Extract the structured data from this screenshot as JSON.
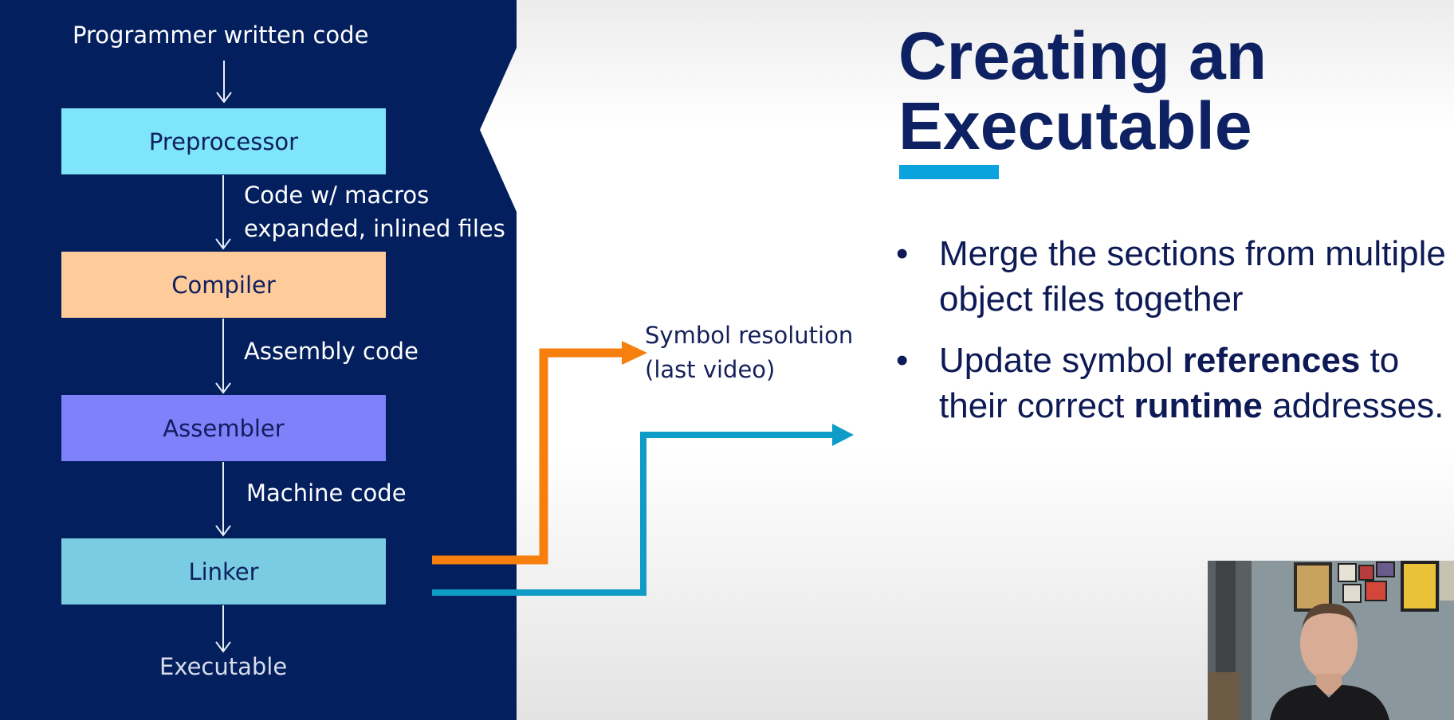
{
  "title": {
    "line1": "Creating an",
    "line2": "Executable"
  },
  "bullets": [
    {
      "marker": "•",
      "parts": [
        {
          "text": "Merge the sections from multiple object files together",
          "bold": false
        }
      ]
    },
    {
      "marker": "•",
      "parts": [
        {
          "text": "Update symbol ",
          "bold": false
        },
        {
          "text": "references",
          "bold": true
        },
        {
          "text": " to their correct ",
          "bold": false
        },
        {
          "text": "runtime",
          "bold": true
        },
        {
          "text": " addresses.",
          "bold": false
        }
      ]
    }
  ],
  "pipeline": {
    "input_label": "Programmer written code",
    "stages": [
      {
        "name": "Preprocessor",
        "color": "#7ee5fb"
      },
      {
        "name": "Compiler",
        "color": "#fecb9b"
      },
      {
        "name": "Assembler",
        "color": "#7e81f9"
      },
      {
        "name": "Linker",
        "color": "#79cce2"
      }
    ],
    "edge_labels": {
      "preprocessor_out_line1": "Code w/ macros",
      "preprocessor_out_line2": "expanded, inlined files",
      "compiler_out": "Assembly code",
      "assembler_out": "Machine code"
    },
    "output_label": "Executable"
  },
  "linker_outputs": {
    "symbol_resolution_line1": "Symbol resolution",
    "symbol_resolution_line2": "(last video)",
    "orange_arrow_color": "#f77f0d",
    "teal_arrow_color": "#0f9cc7"
  },
  "colors": {
    "left_panel": "#031f5e",
    "title": "#0e2163",
    "title_underline": "#0aa3de",
    "bullet_text": "#0e1a55"
  }
}
